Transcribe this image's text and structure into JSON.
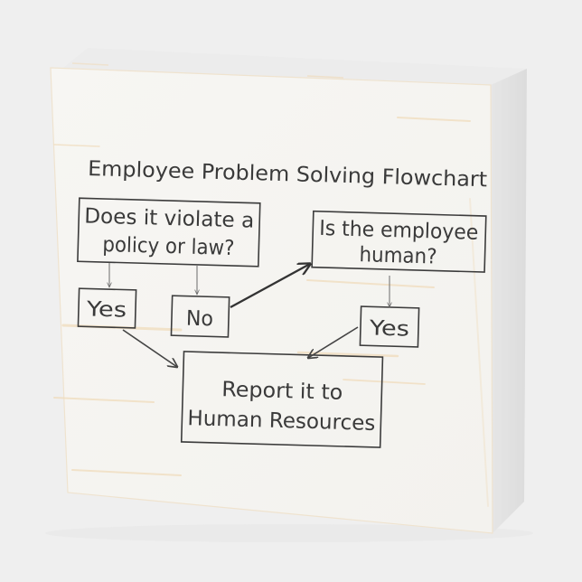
{
  "object": {
    "type": "wooden box sign",
    "colors": {
      "background": "#efefef",
      "front_face": "#f6f5f2",
      "top_face": "#ebebeb",
      "side_face": "#e2e2e2",
      "wood_grain": "#f0dcbc",
      "ink": "#3a3a3a"
    }
  },
  "flowchart": {
    "title": "Employee Problem Solving Flowchart",
    "nodes": {
      "violate_q": {
        "line1": "Does it violate a",
        "line2": "policy or law?"
      },
      "human_q": {
        "line1": "Is the employee",
        "line2": "human?"
      },
      "yes_left": {
        "label": "Yes"
      },
      "no": {
        "label": "No"
      },
      "yes_right": {
        "label": "Yes"
      },
      "report": {
        "line1": "Report it to",
        "line2": "Human Resources"
      }
    },
    "edges": [
      {
        "from": "violate_q",
        "to": "yes_left"
      },
      {
        "from": "violate_q",
        "to": "no"
      },
      {
        "from": "no",
        "to": "human_q"
      },
      {
        "from": "human_q",
        "to": "yes_right"
      },
      {
        "from": "yes_left",
        "to": "report"
      },
      {
        "from": "yes_right",
        "to": "report"
      }
    ]
  }
}
